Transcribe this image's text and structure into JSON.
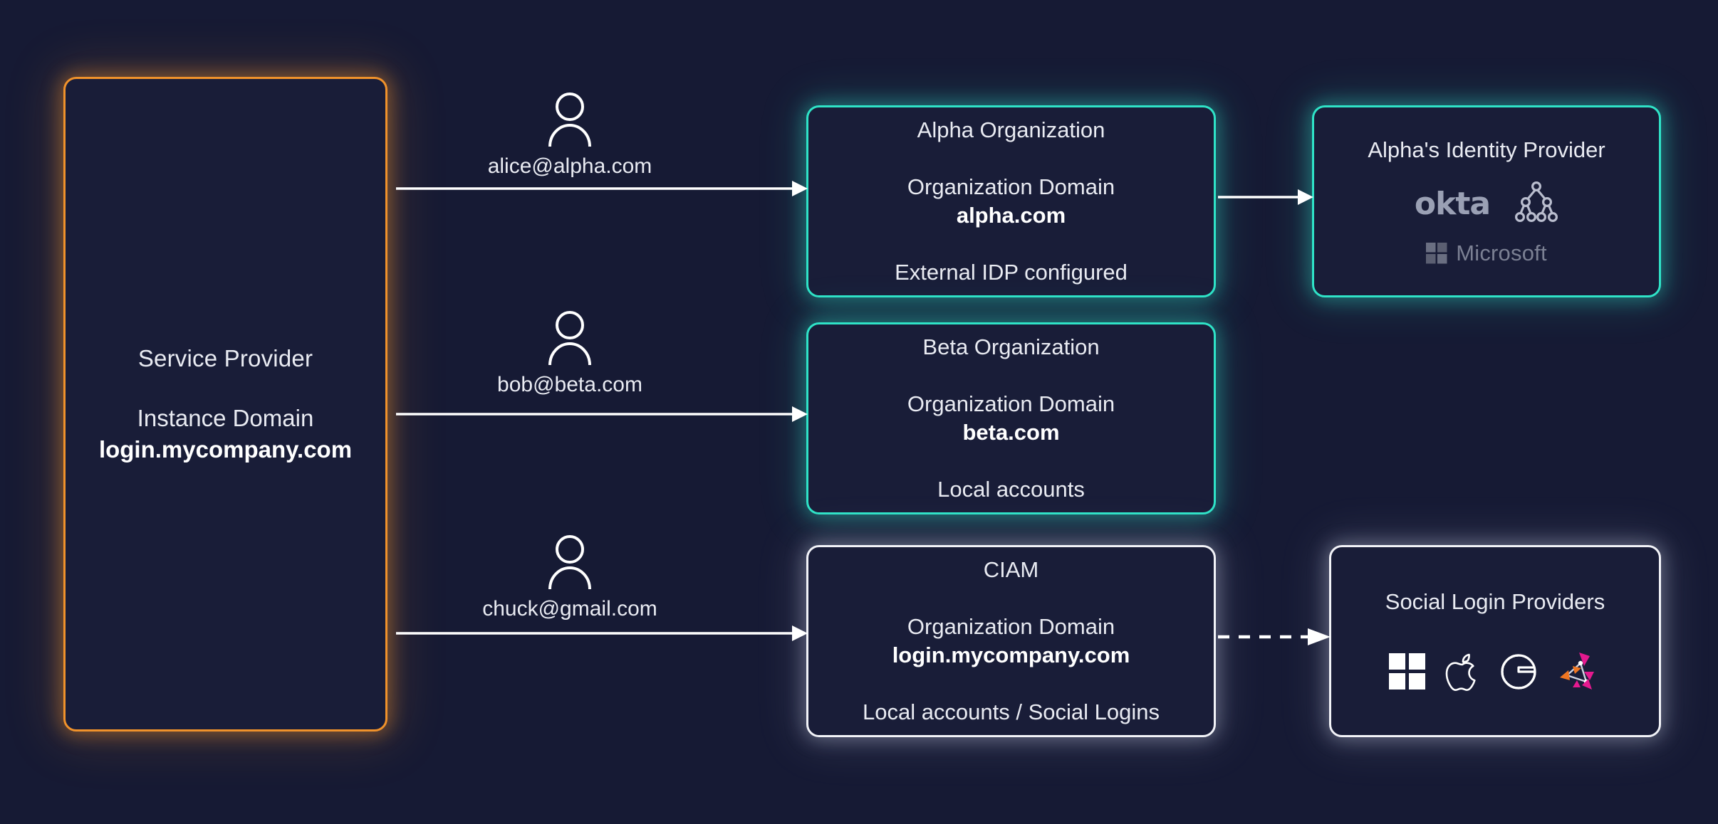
{
  "theme": {
    "background": "#161a34",
    "card_fill": "#191d38",
    "accent_teal": "#2fe3c7",
    "accent_orange": "#f0922b",
    "accent_white": "#f2f3f8",
    "text": "#e9ebf2"
  },
  "service_provider": {
    "title": "Service Provider",
    "domain_label": "Instance Domain",
    "domain_value": "login.mycompany.com"
  },
  "users": [
    {
      "icon": "person-icon",
      "email": "alice@alpha.com"
    },
    {
      "icon": "person-icon",
      "email": "bob@beta.com"
    },
    {
      "icon": "person-icon",
      "email": "chuck@gmail.com"
    }
  ],
  "organizations": [
    {
      "title": "Alpha Organization",
      "domain_label": "Organization Domain",
      "domain_value": "alpha.com",
      "footer": "External IDP configured",
      "border_color": "#2fe3c7"
    },
    {
      "title": "Beta Organization",
      "domain_label": "Organization Domain",
      "domain_value": "beta.com",
      "footer": "Local accounts",
      "border_color": "#2fe3c7"
    },
    {
      "title": "CIAM",
      "domain_label": "Organization Domain",
      "domain_value": "login.mycompany.com",
      "footer": "Local accounts / Social Logins",
      "border_color": "#f2f3f8"
    }
  ],
  "identity_provider": {
    "title": "Alpha's Identity Provider",
    "okta_label": "okta",
    "microsoft_label": "Microsoft",
    "icons": [
      "okta-logo",
      "ldap-tree-icon",
      "microsoft-logo"
    ]
  },
  "social_providers": {
    "title": "Social  Login Providers",
    "icons": [
      "microsoft-logo",
      "apple-logo",
      "google-logo",
      "auth0-logo"
    ]
  },
  "connectors": [
    {
      "from": "service-provider",
      "to": "alpha-organization",
      "style": "solid"
    },
    {
      "from": "service-provider",
      "to": "beta-organization",
      "style": "solid"
    },
    {
      "from": "service-provider",
      "to": "ciam-organization",
      "style": "solid"
    },
    {
      "from": "alpha-organization",
      "to": "identity-provider",
      "style": "solid"
    },
    {
      "from": "ciam-organization",
      "to": "social-providers",
      "style": "dashed"
    }
  ]
}
